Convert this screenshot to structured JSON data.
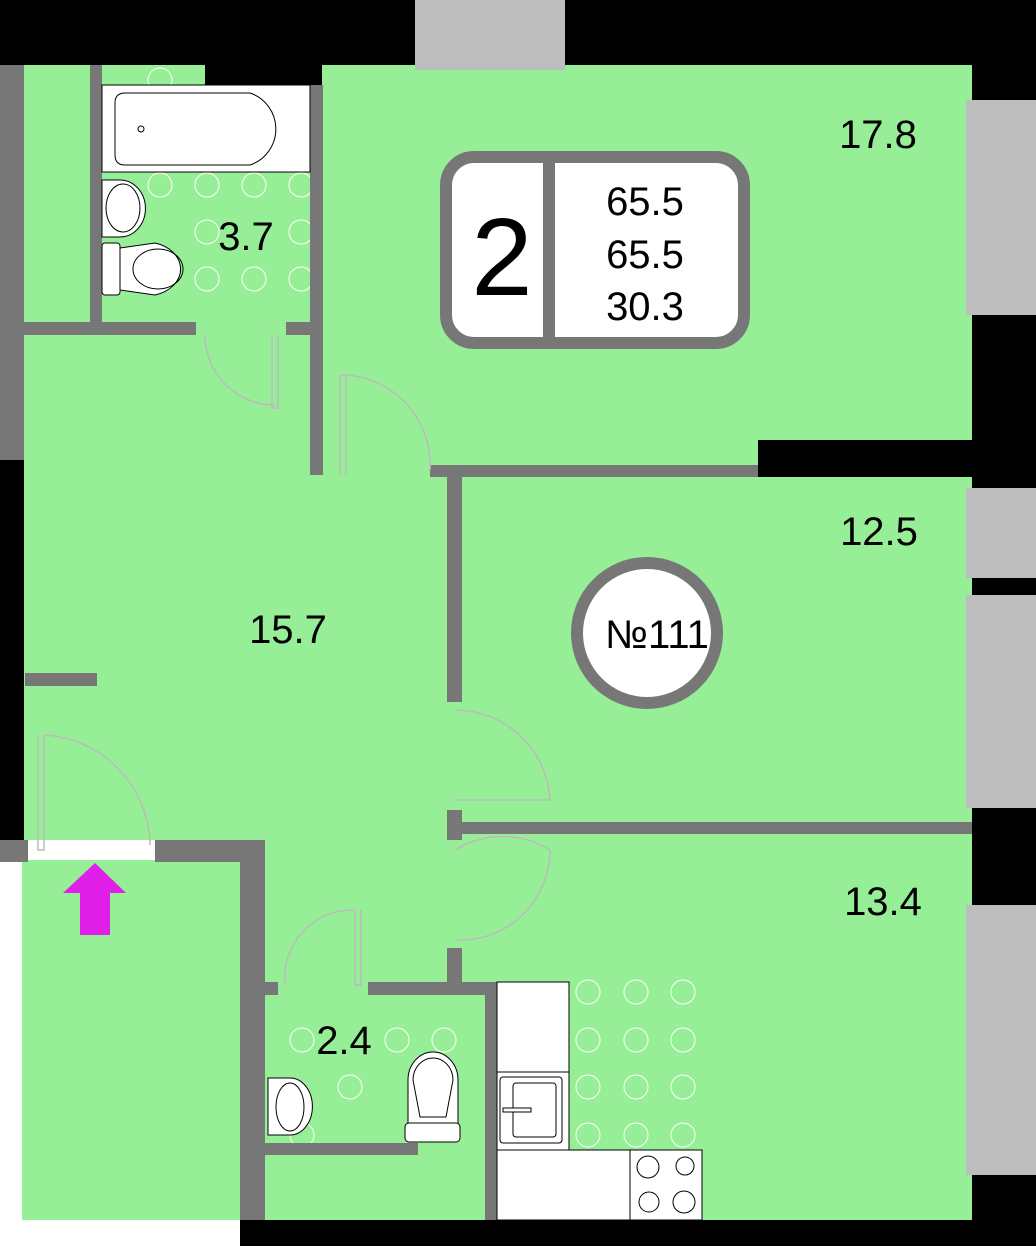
{
  "colors": {
    "floor": "#96ee96",
    "wall": "#777777",
    "outer_wall": "#000000",
    "window": "#bdbdbd",
    "entry_arrow": "#e020e8"
  },
  "plan": {
    "rooms_count": "2",
    "area_total": "65.5",
    "area_total_2": "65.5",
    "area_living": "30.3",
    "apartment_number": "№111"
  },
  "rooms": {
    "bedroom_top": "17.8",
    "bathroom": "3.7",
    "hallway": "15.7",
    "bedroom_middle": "12.5",
    "kitchen": "13.4",
    "wc": "2.4"
  }
}
